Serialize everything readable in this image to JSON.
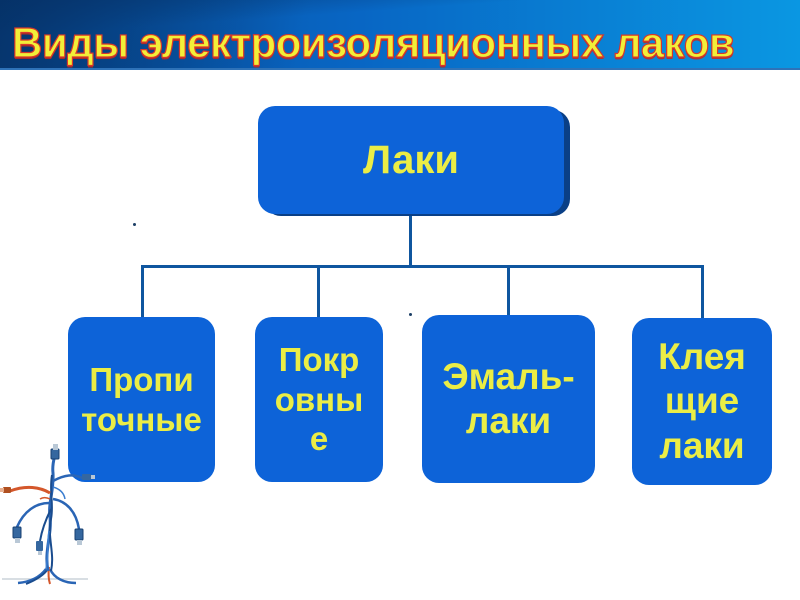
{
  "slide": {
    "title": "Виды электроизоляционных лаков"
  },
  "diagram": {
    "root_label": "Лаки",
    "children": [
      {
        "name": "propitochnye",
        "lines": [
          "Пропи",
          "точные"
        ]
      },
      {
        "name": "pokrovnye",
        "lines": [
          "Покр",
          "овны",
          "е"
        ]
      },
      {
        "name": "emal-laki",
        "lines": [
          "Эмаль-",
          "лаки"
        ]
      },
      {
        "name": "kleyashchie",
        "lines": [
          "Клея",
          "щие",
          "лаки"
        ]
      }
    ]
  },
  "decor": {
    "plant_icon": "usb-cable-plant"
  },
  "colors": {
    "header_dark": "#084f9e",
    "header_light": "#0a97e2",
    "box_blue": "#0d63d8",
    "connector_blue": "#0f569f",
    "title_yellow": "#f2ef38",
    "title_outline_red": "#d8362a",
    "box_text_yellow": "#ebed45"
  }
}
